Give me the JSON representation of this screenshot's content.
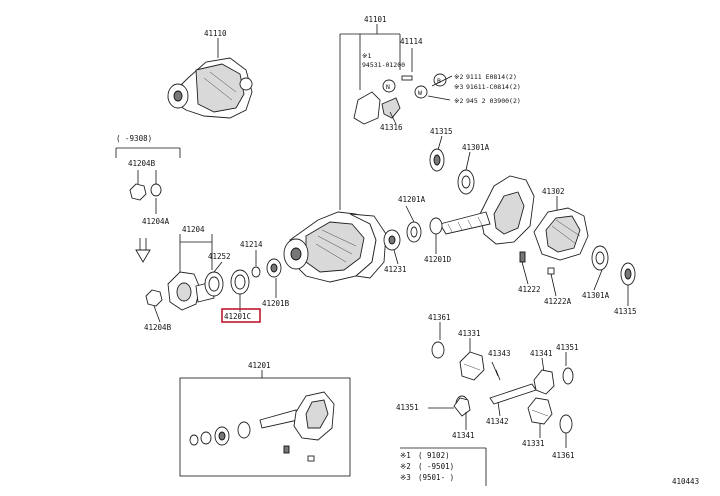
{
  "parts": {
    "p41110": "41110",
    "p41101": "41101",
    "p41114": "41114",
    "p94531": "94531-01200",
    "p41316": "41316",
    "p41315a": "41315",
    "p41301a": "41301A",
    "p41302": "41302",
    "p41201a": "41201A",
    "p41231": "41231",
    "p41201d": "41201D",
    "p41222": "41222",
    "p41222a": "41222A",
    "p41301a2": "41301A",
    "p41315b": "41315",
    "p41204": "41204",
    "p41252": "41252",
    "p41214": "41214",
    "p41201b": "41201B",
    "p41201c": "41201C",
    "p41204b_top": "41204B",
    "p41204a": "41204A",
    "p41204b_bot": "41204B",
    "p41201": "41201",
    "p41361a": "41361",
    "p41331a": "41331",
    "p41343": "41343",
    "p41341a": "41341",
    "p41351a": "41351",
    "p41351b": "41351",
    "p41341b": "41341",
    "p41342": "41342",
    "p41331b": "41331",
    "p41361b": "41361"
  },
  "notes": {
    "m1": "※1",
    "m2a": "※2",
    "m3a": "※3",
    "m2b": "※2",
    "bracket_range": "(    -9308)",
    "callout_N": "N",
    "callout_B": "B",
    "callout_W": "W",
    "b_line1": "9111 E0814(2)",
    "b_line2": "91611-C0814(2)",
    "w_line": "945 2 03900(2)"
  },
  "legend": {
    "row1_mark": "※1",
    "row1_text": "(    9102)",
    "row2_mark": "※2",
    "row2_text": "(    -9501)",
    "row3_mark": "※3",
    "row3_text": "(9501-    )"
  },
  "diagram_id": "410443",
  "colors": {
    "highlight": "#c0182f"
  }
}
